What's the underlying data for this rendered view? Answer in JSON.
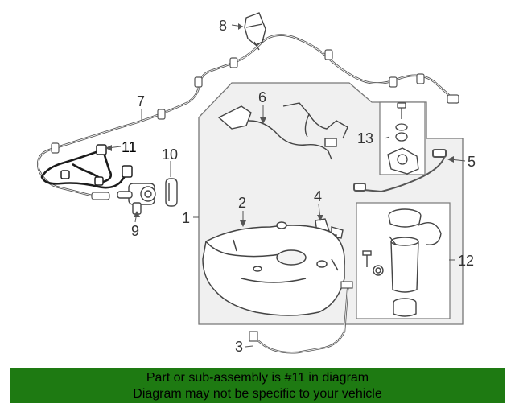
{
  "callouts": {
    "c1": "1",
    "c2": "2",
    "c3": "3",
    "c4": "4",
    "c5": "5",
    "c6": "6",
    "c7": "7",
    "c8": "8",
    "c9": "9",
    "c10": "10",
    "c11": "11",
    "c12": "12",
    "c13": "13"
  },
  "banner": {
    "line1": "Part or sub-assembly is #11 in diagram",
    "line2": "Diagram may not be specific to your vehicle",
    "color": "#1e7a12"
  }
}
